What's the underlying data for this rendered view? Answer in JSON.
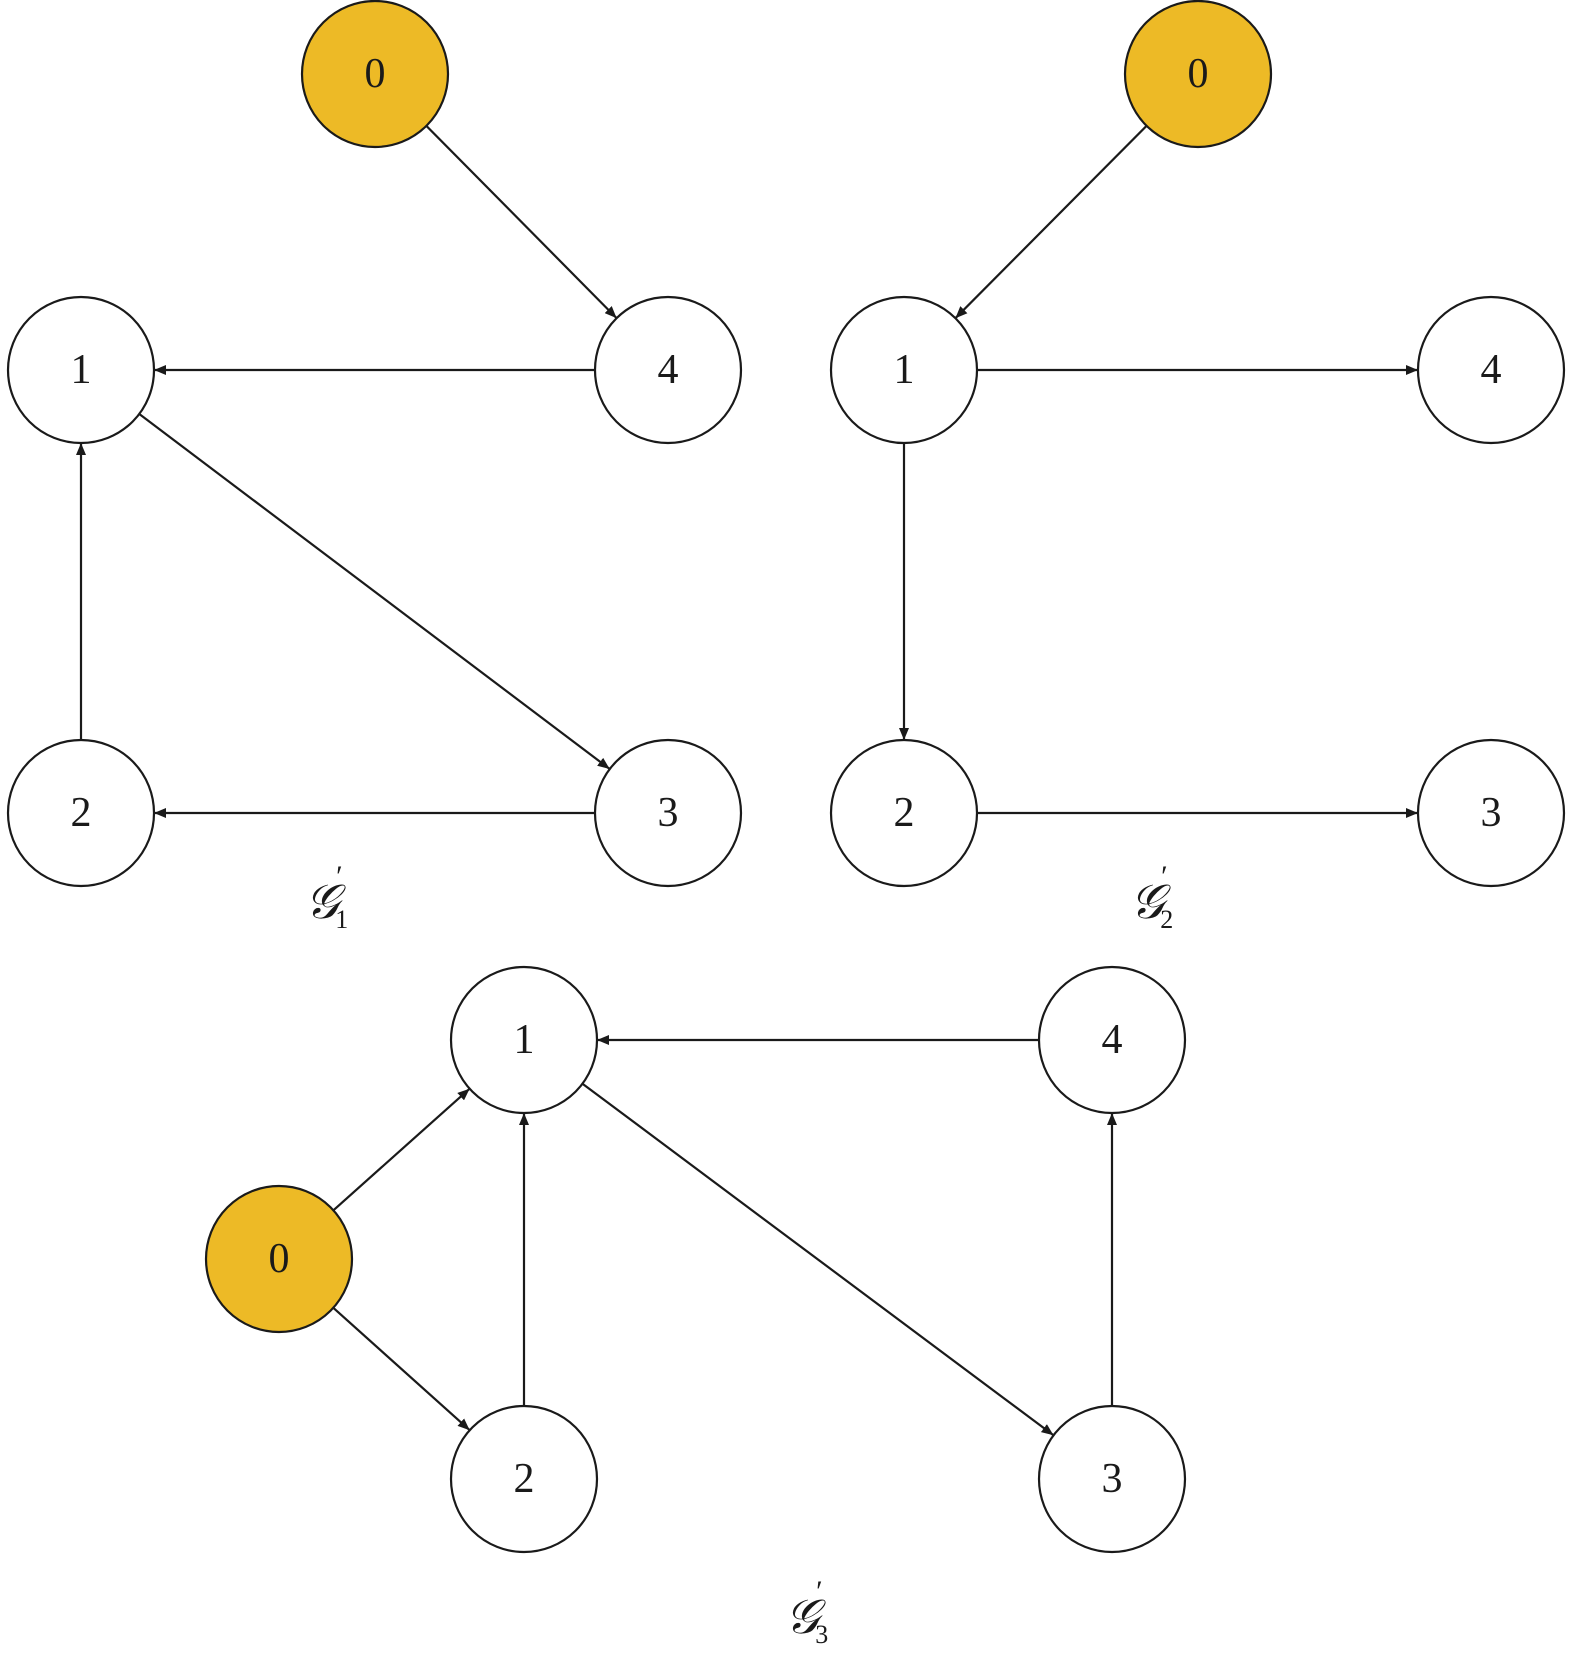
{
  "graphs": [
    {
      "id": "g1",
      "caption": {
        "symbol": "𝒢",
        "prime": "′",
        "index": "1"
      },
      "nodes": [
        {
          "id": "0",
          "label": "0",
          "highlight": true
        },
        {
          "id": "1",
          "label": "1",
          "highlight": false
        },
        {
          "id": "2",
          "label": "2",
          "highlight": false
        },
        {
          "id": "3",
          "label": "3",
          "highlight": false
        },
        {
          "id": "4",
          "label": "4",
          "highlight": false
        }
      ],
      "edges": [
        {
          "from": "0",
          "to": "4"
        },
        {
          "from": "4",
          "to": "1"
        },
        {
          "from": "1",
          "to": "3"
        },
        {
          "from": "2",
          "to": "1"
        },
        {
          "from": "3",
          "to": "2"
        }
      ]
    },
    {
      "id": "g2",
      "caption": {
        "symbol": "𝒢",
        "prime": "′",
        "index": "2"
      },
      "nodes": [
        {
          "id": "0",
          "label": "0",
          "highlight": true
        },
        {
          "id": "1",
          "label": "1",
          "highlight": false
        },
        {
          "id": "2",
          "label": "2",
          "highlight": false
        },
        {
          "id": "3",
          "label": "3",
          "highlight": false
        },
        {
          "id": "4",
          "label": "4",
          "highlight": false
        }
      ],
      "edges": [
        {
          "from": "0",
          "to": "1"
        },
        {
          "from": "1",
          "to": "4"
        },
        {
          "from": "1",
          "to": "2"
        },
        {
          "from": "2",
          "to": "3"
        }
      ]
    },
    {
      "id": "g3",
      "caption": {
        "symbol": "𝒢",
        "prime": "′",
        "index": "3"
      },
      "nodes": [
        {
          "id": "0",
          "label": "0",
          "highlight": true
        },
        {
          "id": "1",
          "label": "1",
          "highlight": false
        },
        {
          "id": "2",
          "label": "2",
          "highlight": false
        },
        {
          "id": "3",
          "label": "3",
          "highlight": false
        },
        {
          "id": "4",
          "label": "4",
          "highlight": false
        }
      ],
      "edges": [
        {
          "from": "0",
          "to": "1"
        },
        {
          "from": "0",
          "to": "2"
        },
        {
          "from": "2",
          "to": "1"
        },
        {
          "from": "4",
          "to": "1"
        },
        {
          "from": "1",
          "to": "3"
        },
        {
          "from": "3",
          "to": "4"
        }
      ]
    }
  ],
  "colors": {
    "highlight_fill": "#EDBA26",
    "node_fill": "#FFFFFF",
    "stroke": "#1A1A1A"
  }
}
